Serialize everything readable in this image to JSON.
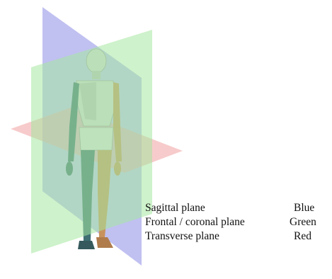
{
  "legend": [
    {
      "plane": "Sagittal plane",
      "color_name": "Blue"
    },
    {
      "plane": "Frontal / coronal plane",
      "color_name": "Green"
    },
    {
      "plane": "Transverse plane",
      "color_name": "Red"
    }
  ],
  "colors": {
    "sagittal": "#8c8ce6",
    "frontal": "#a6e8a0",
    "transverse": "#f0a0a0",
    "mannequin_gray": "#cfcfcf",
    "left_limb": "#3f6f73",
    "right_limb": "#c8925e"
  }
}
